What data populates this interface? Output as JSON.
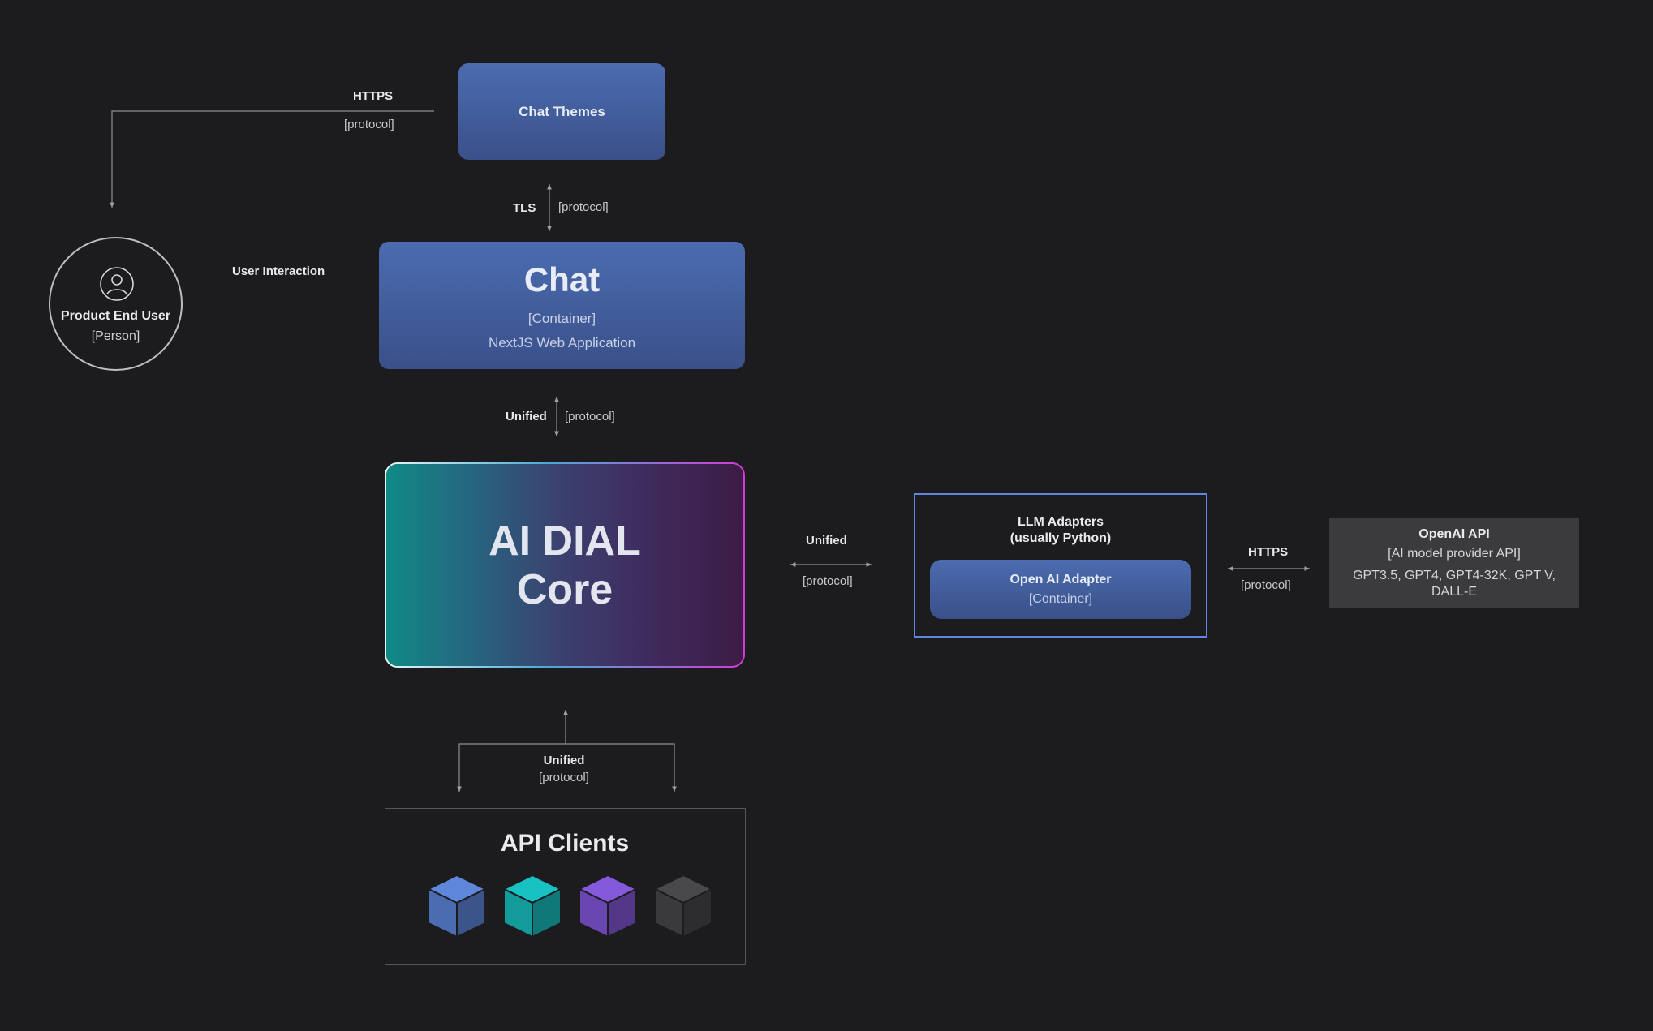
{
  "nodes": {
    "chat_themes": {
      "title": "Chat Themes"
    },
    "chat": {
      "title": "Chat",
      "type": "[Container]",
      "tech": "NextJS Web Application"
    },
    "core": {
      "title_line1": "AI DIAL",
      "title_line2": "Core"
    },
    "person": {
      "title": "Product End User",
      "type": "[Person]",
      "icon": "user-circle-icon"
    },
    "llm_adapters": {
      "title_line1": "LLM Adapters",
      "title_line2": "(usually Python)"
    },
    "openai_adapter": {
      "title": "Open AI Adapter",
      "type": "[Container]"
    },
    "openai_api": {
      "title": "OpenAI API",
      "type": "[AI model provider API]",
      "desc": "GPT3.5, GPT4, GPT4-32K, GPT V, DALL-E"
    },
    "api_clients": {
      "title": "API Clients",
      "cube_colors": [
        "#4b6cb0",
        "#139a9b",
        "#6a47b0",
        "#3a3a3d"
      ]
    }
  },
  "edges": {
    "themes_to_user": {
      "label": "HTTPS",
      "sub": "[protocol]"
    },
    "themes_chat": {
      "label": "TLS",
      "sub": "[protocol]"
    },
    "user_chat": {
      "label": "User Interaction"
    },
    "chat_core": {
      "label": "Unified",
      "sub": "[protocol]"
    },
    "core_adapters": {
      "label": "Unified",
      "sub": "[protocol]"
    },
    "adapter_openai": {
      "label": "HTTPS",
      "sub": "[protocol]"
    },
    "core_clients": {
      "label": "Unified",
      "sub": "[protocol]"
    }
  },
  "colors": {
    "background": "#1c1c1f",
    "container_blue": "#4b6cb0",
    "core_teal": "#0f8a87",
    "core_purple": "#3d1e45",
    "core_border": "#d43ad6",
    "adapters_border": "#5f86e0",
    "line": "#8e8e93"
  }
}
